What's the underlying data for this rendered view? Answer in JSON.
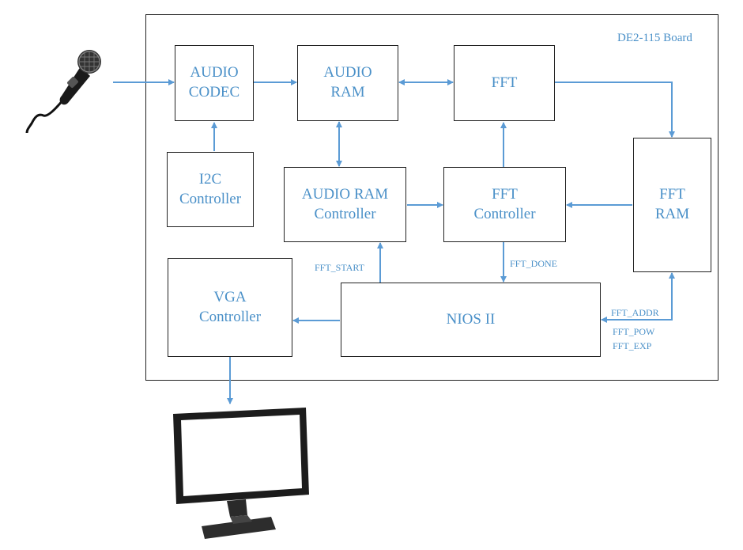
{
  "colors": {
    "accent": "#4a90c8",
    "line": "#5b9bd5"
  },
  "board": {
    "label": "DE2-115 Board"
  },
  "blocks": {
    "audio_codec": [
      "AUDIO",
      "CODEC"
    ],
    "audio_ram": [
      "AUDIO",
      "RAM"
    ],
    "fft": [
      "FFT"
    ],
    "i2c": [
      "I2C",
      "Controller"
    ],
    "audio_ram_ctrl": [
      "AUDIO RAM",
      "Controller"
    ],
    "fft_ctrl": [
      "FFT",
      "Controller"
    ],
    "fft_ram": [
      "FFT",
      "RAM"
    ],
    "vga": [
      "VGA",
      "Controller"
    ],
    "nios": [
      "NIOS II"
    ]
  },
  "signals": {
    "fft_start": "FFT_START",
    "fft_done": "FFT_DONE",
    "fft_addr": "FFT_ADDR",
    "fft_pow": "FFT_POW",
    "fft_exp": "FFT_EXP"
  },
  "icons": {
    "microphone": "microphone-icon",
    "monitor": "monitor-icon"
  }
}
